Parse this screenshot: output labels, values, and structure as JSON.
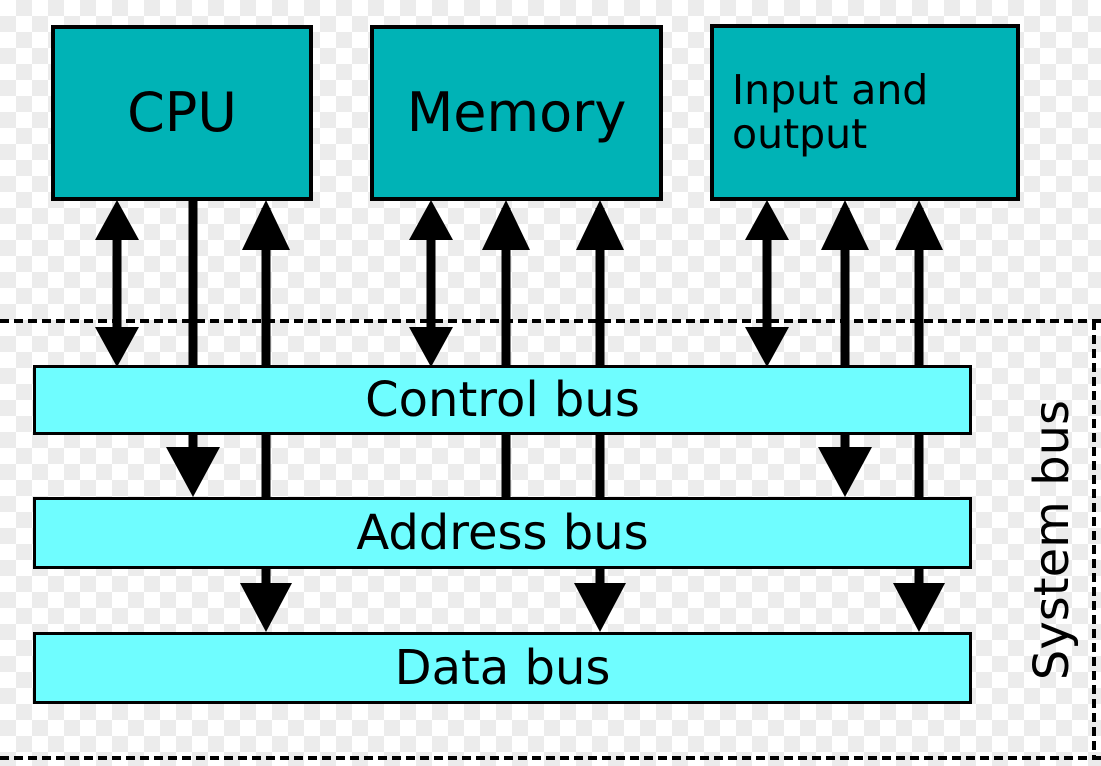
{
  "diagram": {
    "title": "Computer system bus architecture diagram",
    "colors": {
      "unit_fill": "#00b3b6",
      "bus_fill": "#6ffdff",
      "stroke": "#000000",
      "background": "#ffffff",
      "checker": "#ececec"
    },
    "units": [
      {
        "id": "cpu",
        "label": "CPU",
        "align": "center"
      },
      {
        "id": "memory",
        "label": "Memory",
        "align": "center"
      },
      {
        "id": "io",
        "label": "Input and\noutput",
        "align": "left"
      }
    ],
    "buses": [
      {
        "id": "control",
        "label": "Control bus"
      },
      {
        "id": "address",
        "label": "Address bus"
      },
      {
        "id": "data",
        "label": "Data bus"
      }
    ],
    "enclosure": {
      "label": "System bus",
      "border_style": "dashed"
    },
    "connections": [
      {
        "from": "cpu",
        "to": "control",
        "direction": "bidirectional"
      },
      {
        "from": "cpu",
        "to": "address",
        "direction": "down"
      },
      {
        "from": "cpu",
        "to": "data",
        "direction": "up"
      },
      {
        "from": "memory",
        "to": "control",
        "direction": "bidirectional"
      },
      {
        "from": "memory",
        "to": "address",
        "direction": "up"
      },
      {
        "from": "memory",
        "to": "data",
        "direction": "bidirectional-implied"
      },
      {
        "from": "io",
        "to": "control",
        "direction": "bidirectional"
      },
      {
        "from": "io",
        "to": "address",
        "direction": "down"
      },
      {
        "from": "io",
        "to": "data",
        "direction": "bidirectional-implied"
      }
    ]
  }
}
